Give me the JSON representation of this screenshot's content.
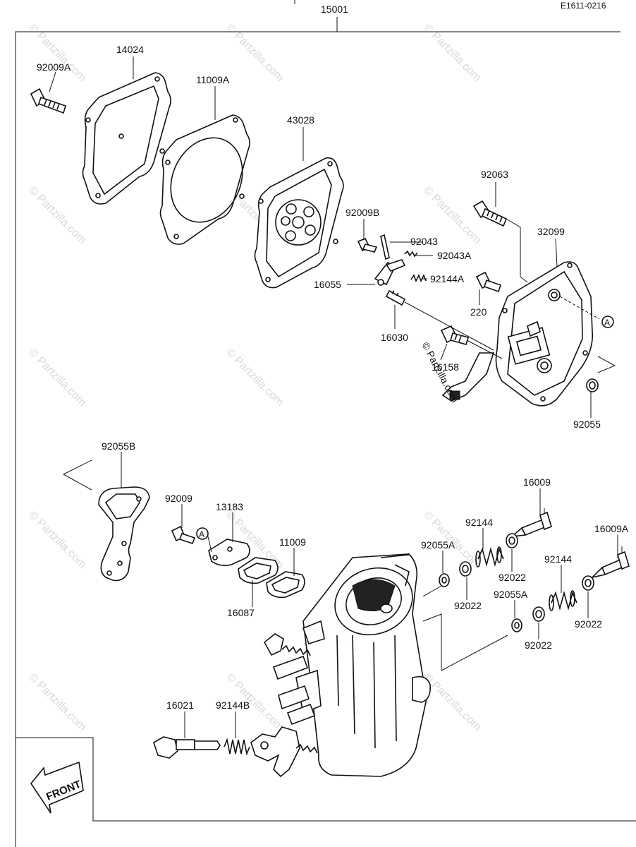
{
  "drawing_code": "E1611-0216",
  "assembly_number": "15001",
  "front_arrow_label": "FRONT",
  "copyright_stamp": "© Partzilla.com",
  "watermark_text": "© Partzilla.com",
  "callouts": {
    "c14024": "14024",
    "c92009A": "92009A",
    "c11009A": "11009A",
    "c43028": "43028",
    "c92063": "92063",
    "c32099": "32099",
    "c92009B": "92009B",
    "c92043": "92043",
    "c92043A": "92043A",
    "c16055": "16055",
    "c92144A": "92144A",
    "c220": "220",
    "c16030": "16030",
    "c16158": "16158",
    "c92055": "92055",
    "cA_top": "A",
    "c92055B": "92055B",
    "c92009": "92009",
    "c13183": "13183",
    "cA_bottom": "A",
    "c11009": "11009",
    "c16087": "16087",
    "c16009": "16009",
    "c92144_a": "92144",
    "c92055A_a": "92055A",
    "c92022_a": "92022",
    "c92022_b": "92022",
    "c16009A": "16009A",
    "c92144_b": "92144",
    "c92055A_b": "92055A",
    "c92022_c": "92022",
    "c92022_d": "92022",
    "c16021": "16021",
    "c92144B": "92144B"
  }
}
